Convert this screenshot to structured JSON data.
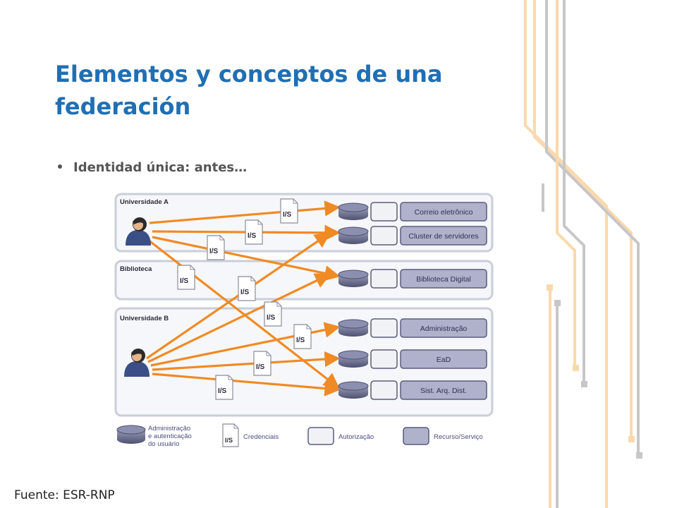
{
  "slide": {
    "title": "Elementos y conceptos de una federación",
    "bullet": "Identidad única: antes…",
    "source": "Fuente: ESR-RNP"
  },
  "diagram": {
    "groups": [
      {
        "name": "Universidade A",
        "users": 1
      },
      {
        "name": "Biblioteca",
        "users": 0
      },
      {
        "name": "Universidade B",
        "users": 1
      }
    ],
    "services": [
      "Correio eletrônico",
      "Cluster de servidores",
      "Biblioteca Digital",
      "Administração",
      "EaD",
      "Sist. Arq. Dist."
    ],
    "credential_label": "I/S",
    "legend": {
      "admin": "Administração\ne autenticação\ndo usuário",
      "credentials": "Credenciais",
      "authorization": "Autorização",
      "resource": "Recurso/Serviço"
    },
    "colors": {
      "arrow": "#f08a24",
      "group_border": "#c9ced8",
      "group_fill": "#f6f7fa",
      "resource_fill": "#b0b1cb",
      "resource_border": "#5a5d7c",
      "title": "#1f6fb5"
    }
  }
}
